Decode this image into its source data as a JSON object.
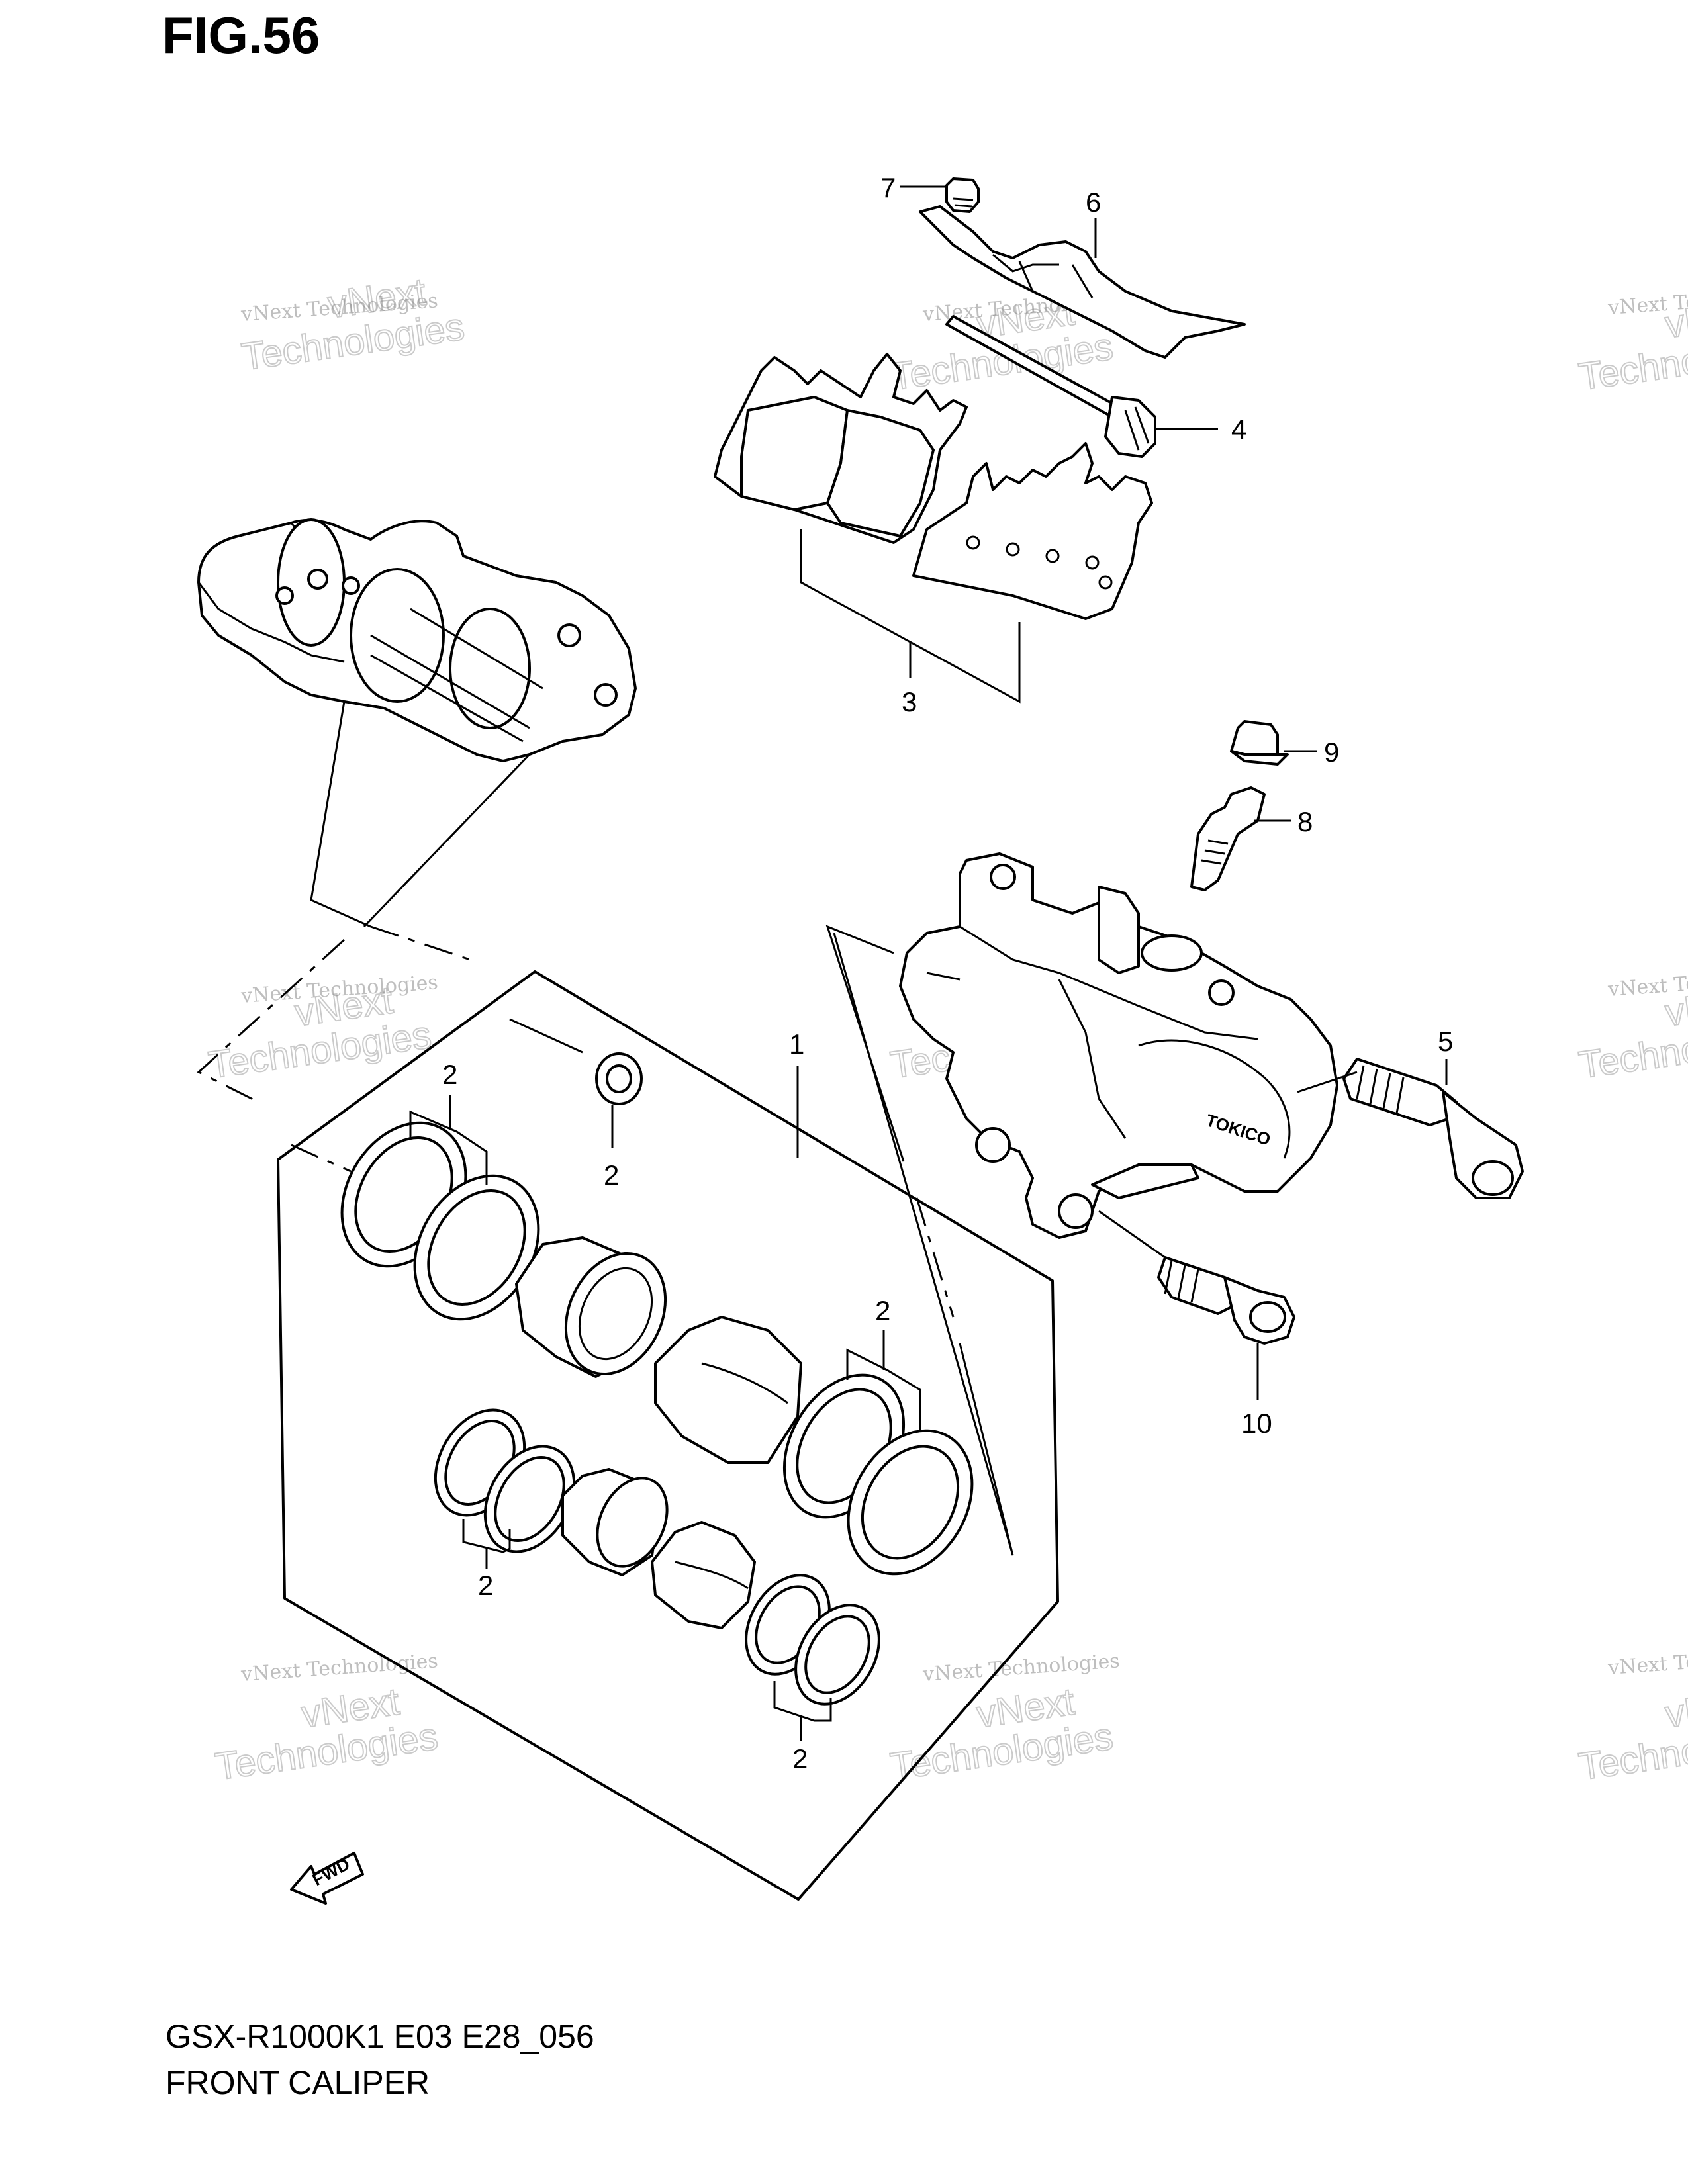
{
  "header": {
    "figure": "FIG.56"
  },
  "footer": {
    "model_code": "GSX-R1000K1 E03 E28_056",
    "section_name": "FRONT CALIPER"
  },
  "callouts": {
    "c1": "1",
    "c2a": "2",
    "c2b": "2",
    "c2c": "2",
    "c2d": "2",
    "c2e": "2",
    "c3": "3",
    "c4": "4",
    "c5": "5",
    "c6": "6",
    "c7": "7",
    "c8": "8",
    "c9": "9",
    "c10": "10"
  },
  "caliper_brand": "TOKICO",
  "direction_marker": "FWD",
  "watermark": {
    "line1": "vNext Technologies",
    "line2": "vNext",
    "line3": "Technologies"
  }
}
